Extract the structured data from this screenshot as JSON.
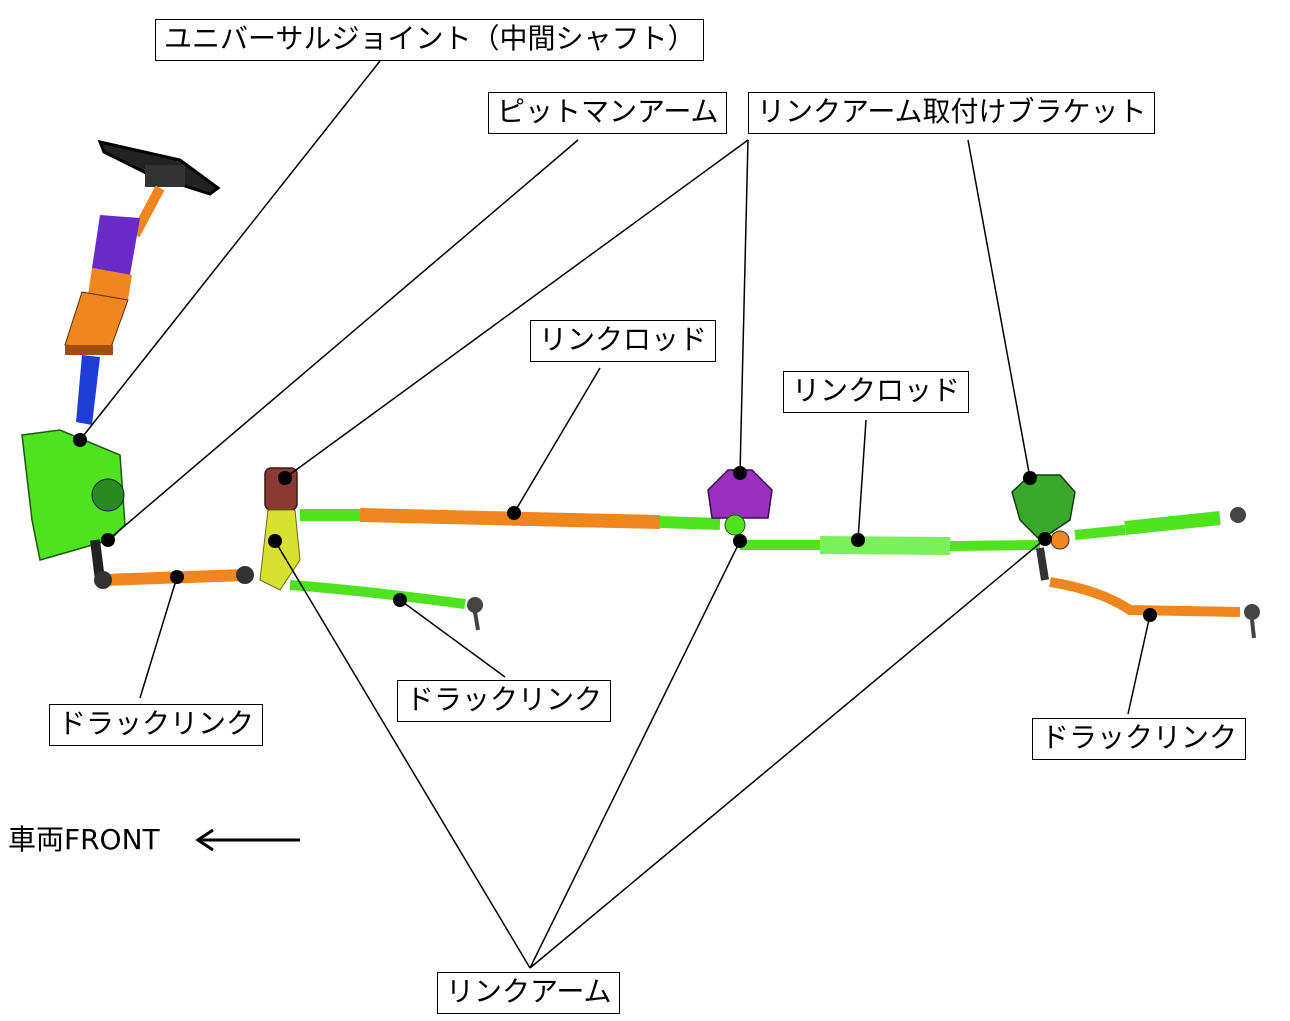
{
  "labels": {
    "universal_joint": "ユニバーサルジョイント（中間シャフト）",
    "pitman_arm": "ピットマンアーム",
    "link_arm_bracket": "リンクアーム取付けブラケット",
    "link_rod_1": "リンクロッド",
    "link_rod_2": "リンクロッド",
    "drag_link_1": "ドラックリンク",
    "drag_link_2": "ドラックリンク",
    "drag_link_3": "ドラックリンク",
    "link_arm": "リンクアーム"
  },
  "direction": {
    "text": "車両FRONT"
  },
  "colors": {
    "orange": "#f0861e",
    "green": "#4fe21f",
    "light_green": "#7cf05a",
    "purple": "#9b2fc0",
    "dark_green": "#3aa82a",
    "maroon": "#8a3a32",
    "blue": "#1e3cd8",
    "yellow": "#d8e030",
    "black": "#000000"
  }
}
